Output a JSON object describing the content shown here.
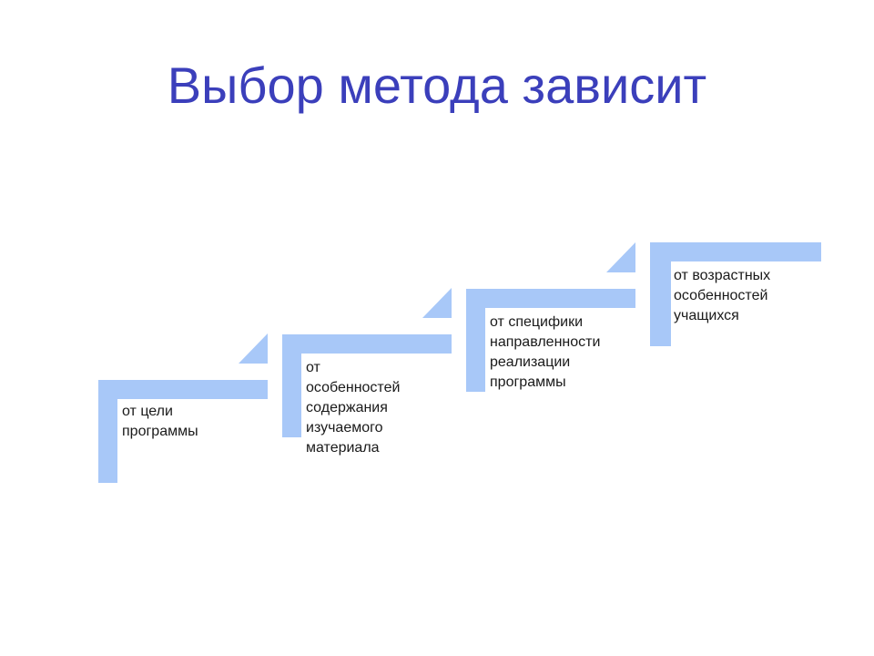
{
  "slide": {
    "title": "Выбор метода зависит",
    "steps": [
      {
        "text": "от цели\nпрограммы"
      },
      {
        "text": "от\nособенностей\nсодержания\nизучаемого\nматериала"
      },
      {
        "text": "от специфики\nнаправленности\nреализации\nпрограммы"
      },
      {
        "text": "от возрастных\nособенностей\nучащихся"
      }
    ]
  },
  "colors": {
    "title": "#3b3fbb",
    "step_fill": "#a8c8f8",
    "text": "#1a1a1a",
    "background": "#ffffff"
  }
}
